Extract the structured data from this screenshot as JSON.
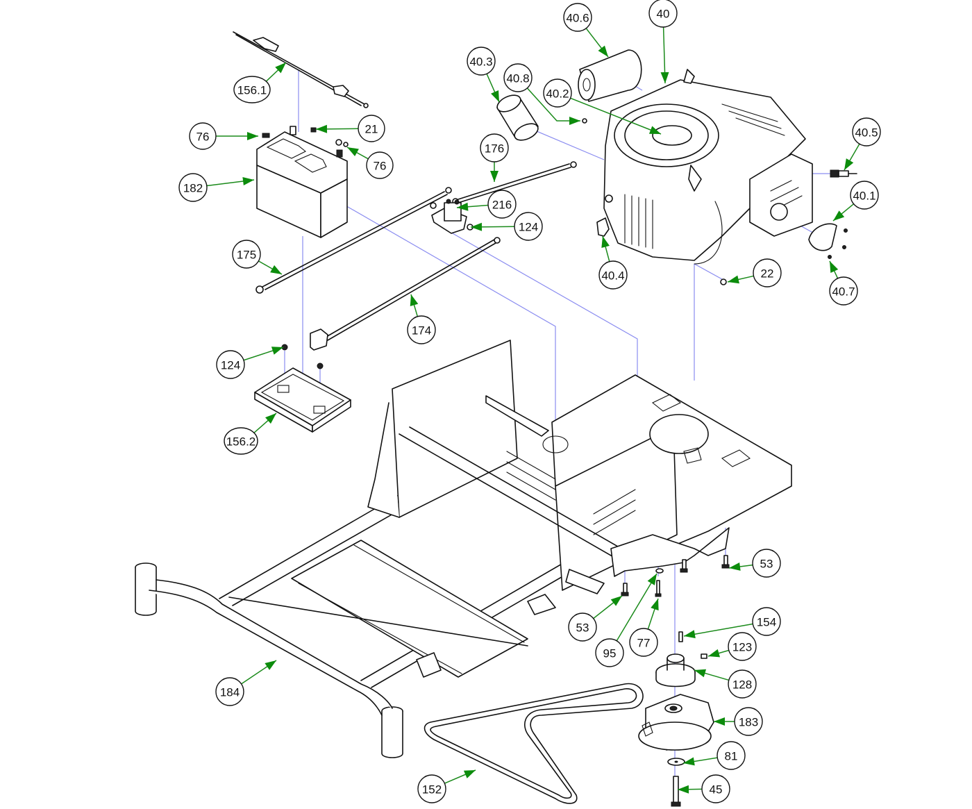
{
  "diagram": {
    "type": "exploded-parts-view",
    "subject": "zero-turn mower frame, engine, battery and electrical / PTO clutch assembly",
    "colors": {
      "line_art": "#111111",
      "leader": "#1a8a1a",
      "arrowhead": "#0c8c0c",
      "explode_line": "#8a8cf0",
      "background": "#ffffff"
    }
  },
  "callouts": [
    {
      "id": "c-156-1",
      "label": "156.1",
      "part": "battery hold-down rod"
    },
    {
      "id": "c-76-a",
      "label": "76",
      "part": "battery terminal bolt"
    },
    {
      "id": "c-21",
      "label": "21",
      "part": "terminal nut"
    },
    {
      "id": "c-76-b",
      "label": "76",
      "part": "battery terminal bolt"
    },
    {
      "id": "c-182",
      "label": "182",
      "part": "battery"
    },
    {
      "id": "c-175",
      "label": "175",
      "part": "battery cable"
    },
    {
      "id": "c-176",
      "label": "176",
      "part": "starter cable"
    },
    {
      "id": "c-216",
      "label": "216",
      "part": "starter solenoid"
    },
    {
      "id": "c-124-a",
      "label": "124",
      "part": "solenoid mounting bolt"
    },
    {
      "id": "c-174",
      "label": "174",
      "part": "ground cable with terminal boot"
    },
    {
      "id": "c-124-b",
      "label": "124",
      "part": "battery tray bolt"
    },
    {
      "id": "c-156-2",
      "label": "156.2",
      "part": "battery tray"
    },
    {
      "id": "c-40-3",
      "label": "40.3",
      "part": "oil filter"
    },
    {
      "id": "c-40-8",
      "label": "40.8",
      "part": "engine small fitting"
    },
    {
      "id": "c-40-6",
      "label": "40.6",
      "part": "air filter element"
    },
    {
      "id": "c-40-2",
      "label": "40.2",
      "part": "air filter cover"
    },
    {
      "id": "c-40",
      "label": "40",
      "part": "engine"
    },
    {
      "id": "c-40-5",
      "label": "40.5",
      "part": "spark plug"
    },
    {
      "id": "c-40-1",
      "label": "40.1",
      "part": "muffler guard"
    },
    {
      "id": "c-40-7",
      "label": "40.7",
      "part": "muffler guard screw"
    },
    {
      "id": "c-40-4",
      "label": "40.4",
      "part": "fuel filter"
    },
    {
      "id": "c-22",
      "label": "22",
      "part": "engine mounting nut"
    },
    {
      "id": "c-53-a",
      "label": "53",
      "part": "engine mounting bolt"
    },
    {
      "id": "c-53-b",
      "label": "53",
      "part": "engine mounting bolt"
    },
    {
      "id": "c-95",
      "label": "95",
      "part": "washer"
    },
    {
      "id": "c-77",
      "label": "77",
      "part": "bolt"
    },
    {
      "id": "c-154",
      "label": "154",
      "part": "key"
    },
    {
      "id": "c-123",
      "label": "123",
      "part": "set screw"
    },
    {
      "id": "c-128",
      "label": "128",
      "part": "pulley"
    },
    {
      "id": "c-183",
      "label": "183",
      "part": "electric PTO clutch"
    },
    {
      "id": "c-81",
      "label": "81",
      "part": "clutch washer"
    },
    {
      "id": "c-45",
      "label": "45",
      "part": "clutch bolt"
    },
    {
      "id": "c-152",
      "label": "152",
      "part": "drive belt"
    },
    {
      "id": "c-184",
      "label": "184",
      "part": "main frame"
    }
  ]
}
